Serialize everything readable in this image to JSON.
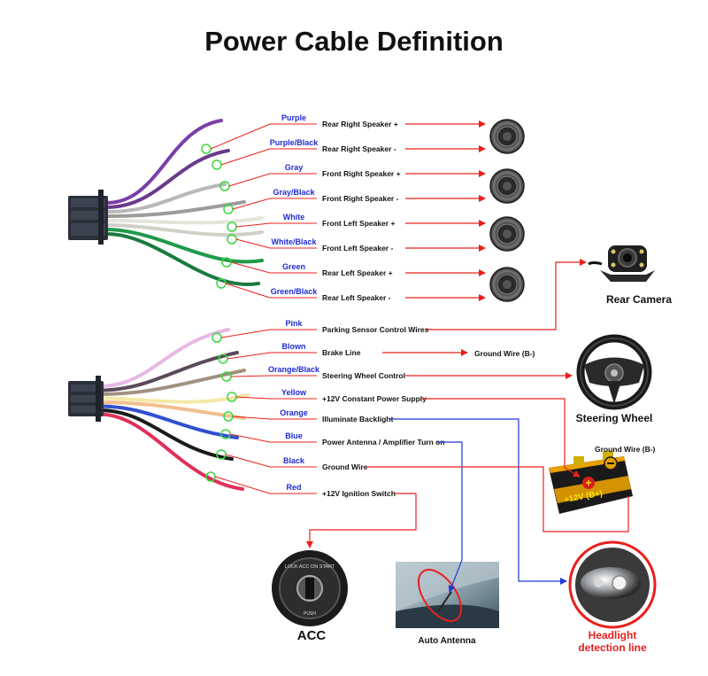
{
  "title": "Power Cable Definition",
  "colors": {
    "arrow_red": "#e8201c",
    "arrow_blue": "#2038d8",
    "label_blue": "#1f2bd6",
    "clip_green": "#3dd63d"
  },
  "upper_wires": [
    {
      "color_name": "Purple",
      "function": "Rear Right Speaker +",
      "hex": "#7a3fa8",
      "icon": "speaker-icon"
    },
    {
      "color_name": "Purple/Black",
      "function": "Rear Right Speaker -",
      "hex": "#6a3a8c",
      "icon": "speaker-icon"
    },
    {
      "color_name": "Gray",
      "function": "Front Right Speaker +",
      "hex": "#b8b8b8",
      "icon": "speaker-icon"
    },
    {
      "color_name": "Gray/Black",
      "function": "Front Right Speaker -",
      "hex": "#9c9c9c",
      "icon": "speaker-icon"
    },
    {
      "color_name": "White",
      "function": "Front Left Speaker +",
      "hex": "#e4e4dc",
      "icon": "speaker-icon"
    },
    {
      "color_name": "White/Black",
      "function": "Front Left Speaker -",
      "hex": "#d0d0c8",
      "icon": "speaker-icon"
    },
    {
      "color_name": "Green",
      "function": "Rear Left Speaker +",
      "hex": "#1f9a4a",
      "icon": "speaker-icon"
    },
    {
      "color_name": "Green/Black",
      "function": "Rear Left Speaker -",
      "hex": "#1a7a40",
      "icon": "speaker-icon"
    }
  ],
  "lower_wires": [
    {
      "color_name": "Pink",
      "function": "Parking Sensor Control Wires",
      "hex": "#e8b8e4"
    },
    {
      "color_name": "Blown",
      "function": "Brake Line",
      "hex": "#5a4a5a"
    },
    {
      "color_name": "Orange/Black",
      "function": "Steering Wheel Control",
      "hex": "#a09080"
    },
    {
      "color_name": "Yellow",
      "function": "+12V Constant Power Supply",
      "hex": "#f4e8a8"
    },
    {
      "color_name": "Orange",
      "function": "Illuminate Backlight",
      "hex": "#f0c090"
    },
    {
      "color_name": "Blue",
      "function": "Power Antenna / Amplifier Turn on",
      "hex": "#3050d0"
    },
    {
      "color_name": "Black",
      "function": "Ground Wire",
      "hex": "#1a1a1a"
    },
    {
      "color_name": "Red",
      "function": "+12V  Ignition Switch",
      "hex": "#e0305a"
    }
  ],
  "targets": {
    "brake_ground": "Ground Wire (B-)",
    "rear_camera": "Rear Camera",
    "steering_wheel": "Steering Wheel",
    "battery_ground": "Ground Wire (B-)",
    "battery_text": "+12V  (B+)",
    "acc": "ACC",
    "acc_ring_text": "LOCK  ACC  ON  START",
    "acc_push": "PUSH",
    "auto_antenna": "Auto Antenna",
    "headlight_line1": "Headlight",
    "headlight_line2": "detection line"
  }
}
